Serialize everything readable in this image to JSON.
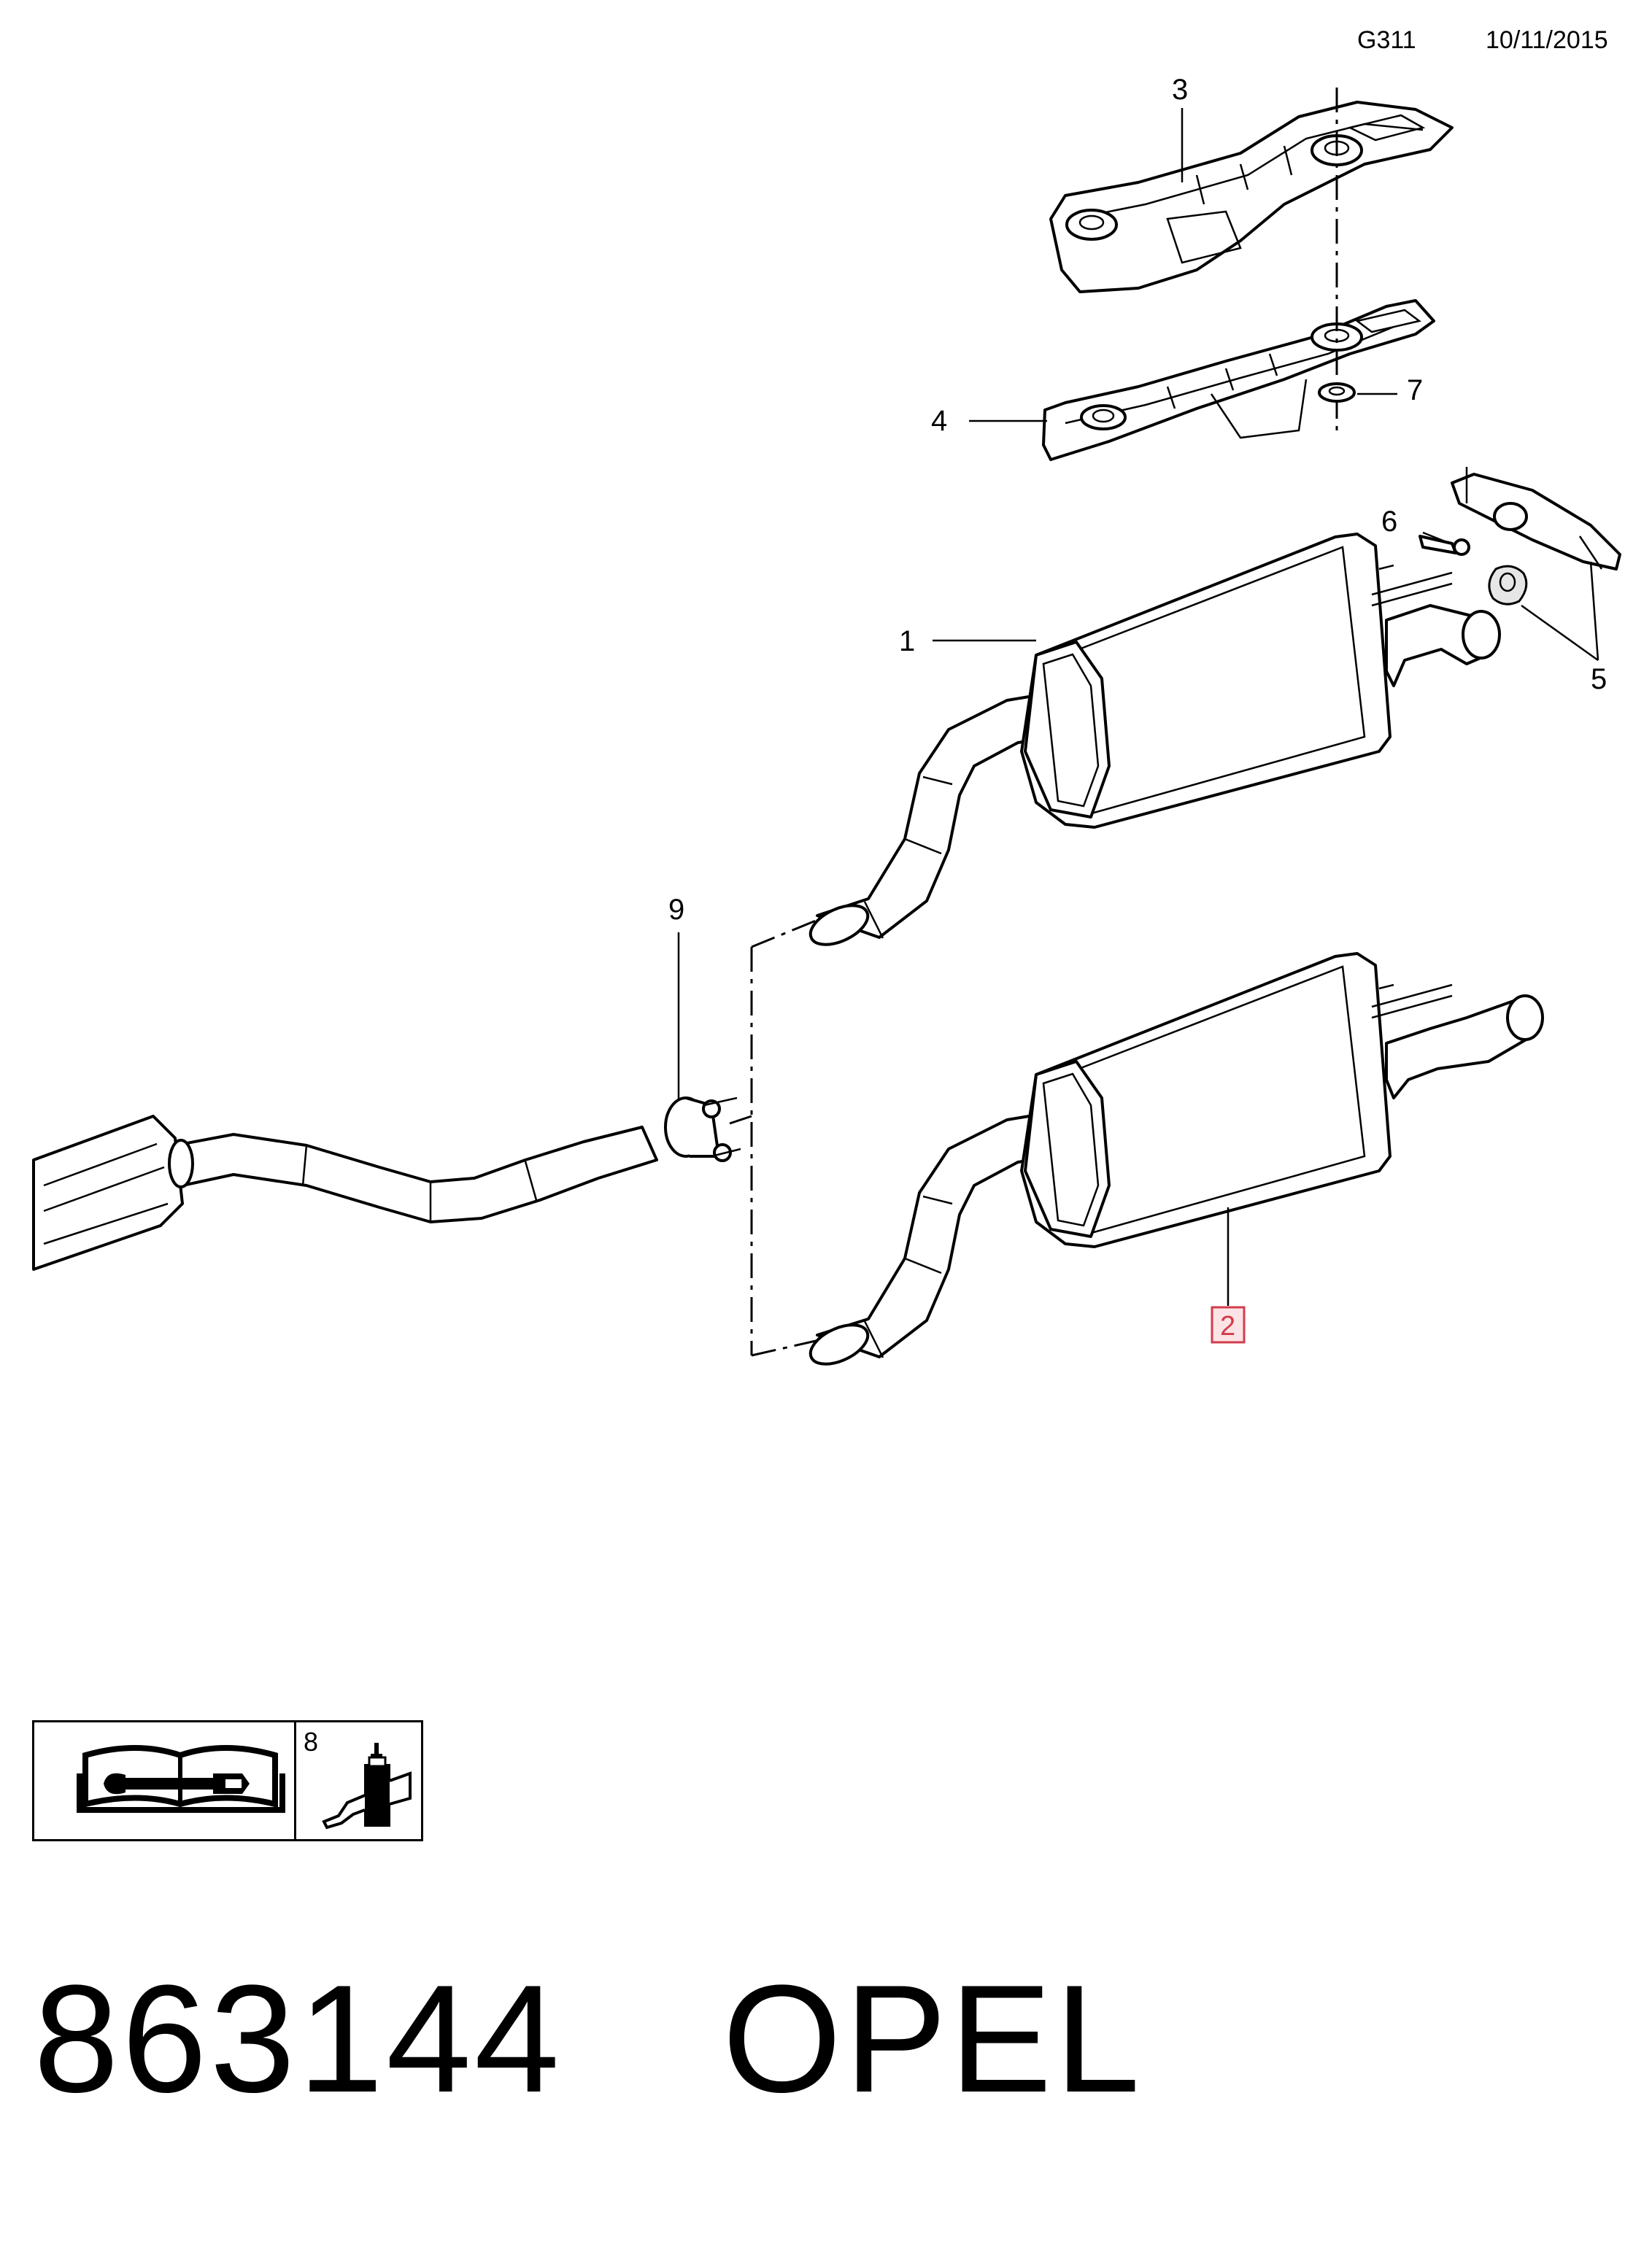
{
  "header": {
    "code": "G311",
    "date": "10/11/2015"
  },
  "callouts": {
    "c1": "1",
    "c2": "2",
    "c3": "3",
    "c4": "4",
    "c5": "5",
    "c6": "6",
    "c7": "7",
    "c9": "9"
  },
  "highlight": {
    "color": "#d23c4c",
    "fill": "#fbe3e6"
  },
  "legend": {
    "adhesive_ref": "8",
    "book_icon": "repair-manual-wrench-icon",
    "adhesive_icon": "adhesive-bottle-icon"
  },
  "footer": {
    "part_number": "863144",
    "brand": "OPEL"
  }
}
